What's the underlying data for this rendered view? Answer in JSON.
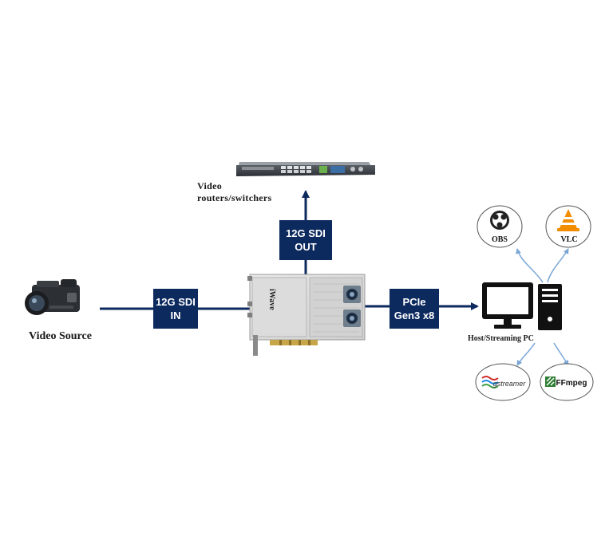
{
  "nodes": {
    "source_label": "Video Source",
    "router_label_line1": "Video",
    "router_label_line2": "routers/switchers",
    "host_label": "Host/Streaming PC",
    "card_logo": "iWave"
  },
  "links": {
    "sdi_in": [
      "12G SDI",
      "IN"
    ],
    "sdi_out": [
      "12G SDI",
      "OUT"
    ],
    "pcie": [
      "PCIe",
      "Gen3 x8"
    ]
  },
  "apps": {
    "obs": "OBS",
    "vlc": "VLC",
    "gstreamer": "gstreamer",
    "ffmpeg": "FFmpeg"
  },
  "colors": {
    "navy": "#0d2a5e",
    "app_arrow": "#7aa6d6"
  }
}
